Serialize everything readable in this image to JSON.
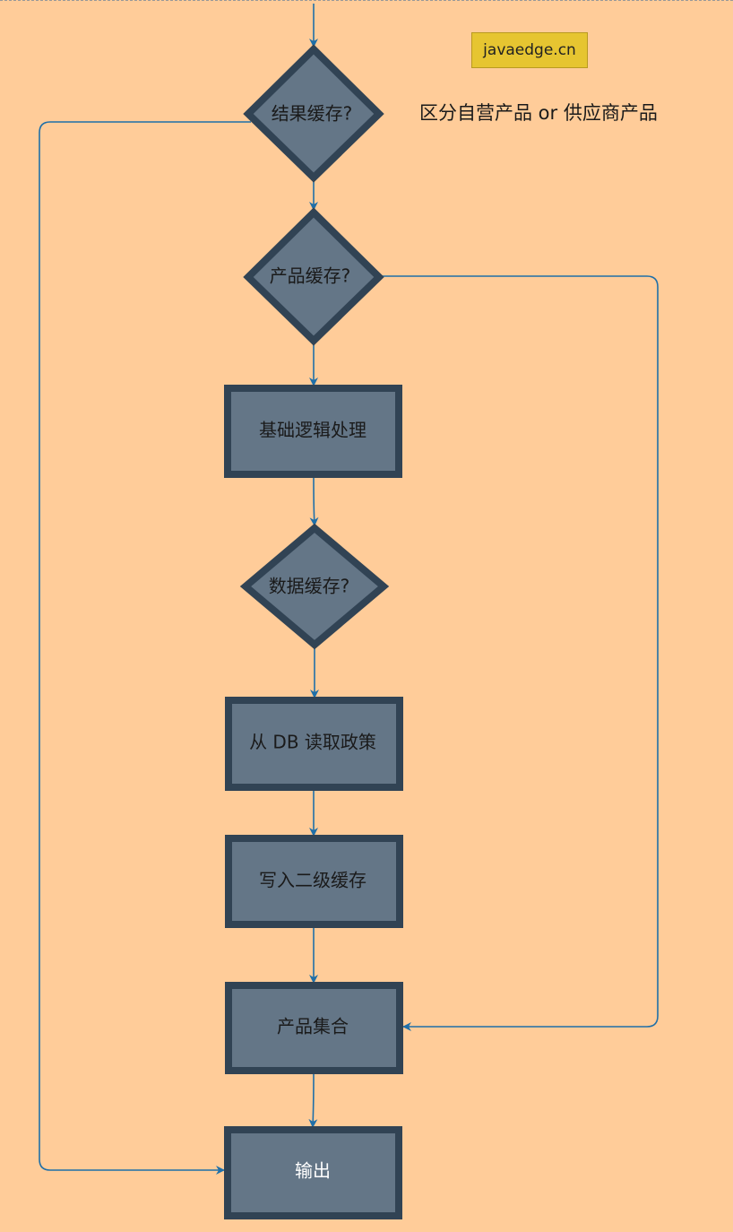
{
  "watermark": "javaedge.cn",
  "note": "区分自营产品 or 供应商产品",
  "nodes": {
    "result_cache": "结果缓存?",
    "product_cache": "产品缓存?",
    "basic_logic": "基础逻辑处理",
    "data_cache": "数据缓存?",
    "read_db": "从 DB 读取政策",
    "write_l2": "写入二级缓存",
    "product_set": "产品集合",
    "output": "输出"
  },
  "colors": {
    "background": "#FFCC99",
    "node_fill": "#647687",
    "node_border": "#314354",
    "edge": "#1F6FA8",
    "node_text": "#1a1a1a",
    "output_text": "#FFFFFF",
    "watermark_fill": "#E6C531"
  }
}
